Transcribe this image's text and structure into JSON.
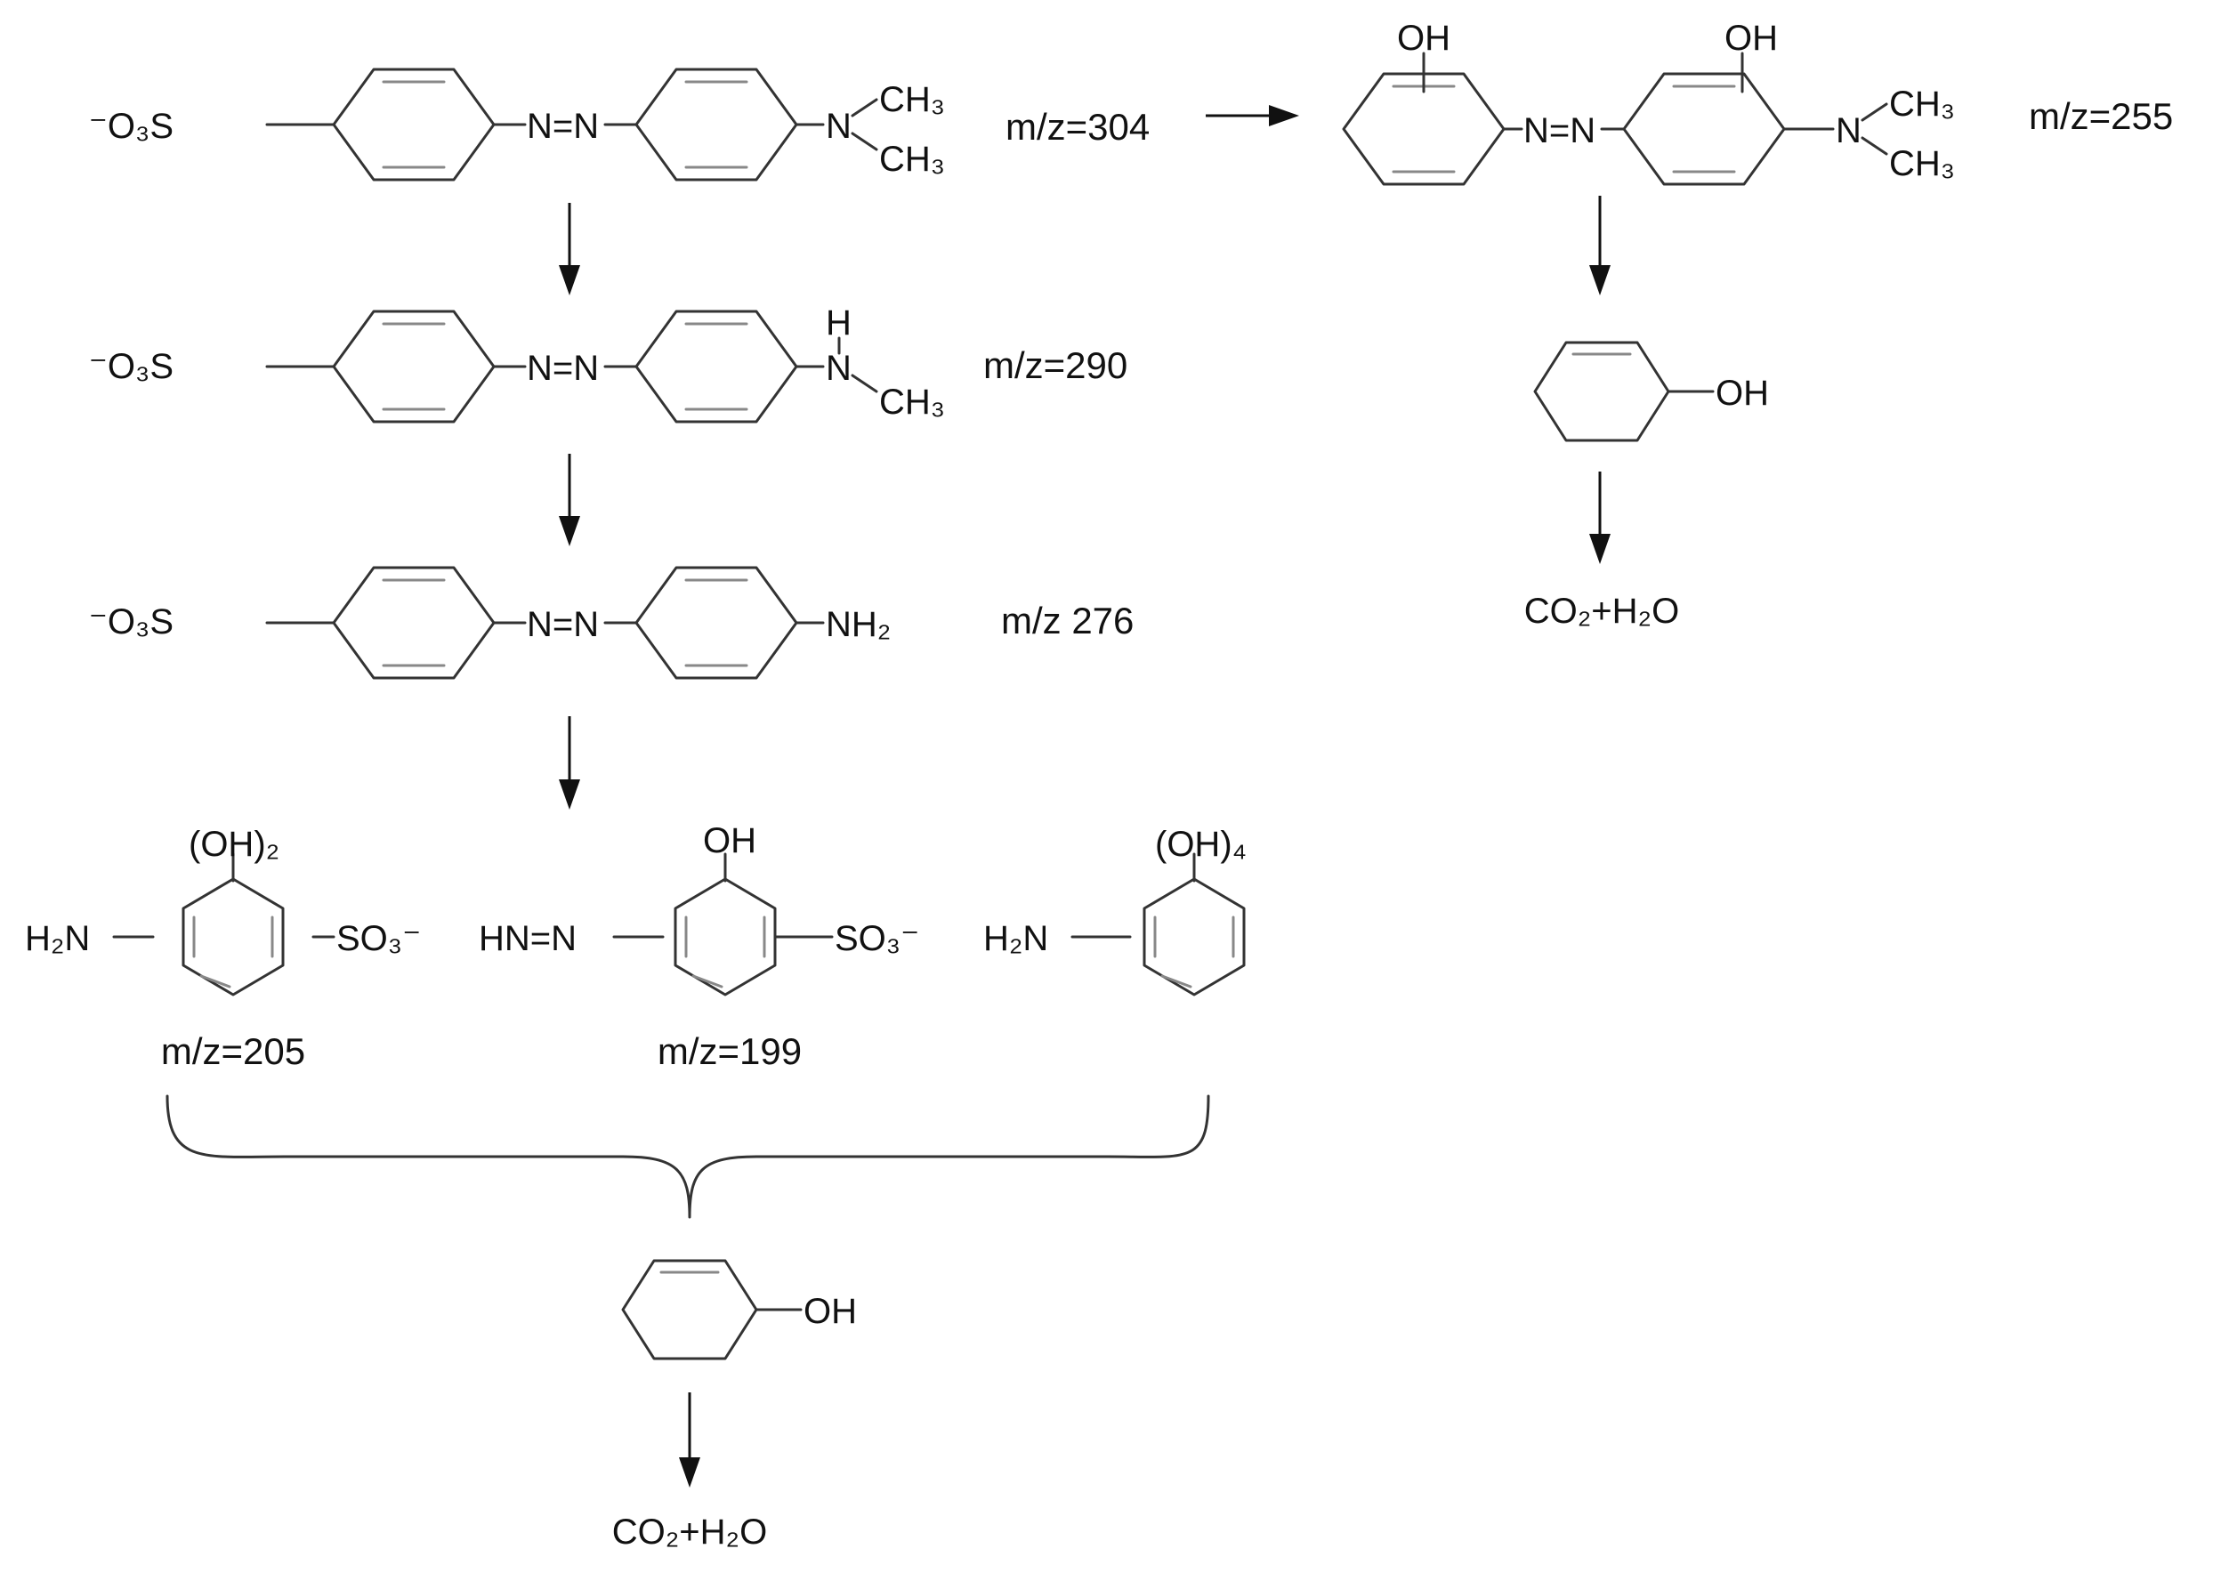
{
  "groups": {
    "so3_left": "⁻O₃S",
    "azo": "N=N",
    "nme2_n": "N",
    "ch3": "CH₃",
    "h": "H",
    "nh2": "NH₂",
    "oh": "OH",
    "oh2": "(OH)₂",
    "oh4": "(OH)₄",
    "h2n": "H₂N",
    "so3_right": "SO₃⁻",
    "hn_azo": "HN=N",
    "co2_h2o": "CO₂+H₂O"
  },
  "labels": {
    "mz304": "m/z=304",
    "mz290": "m/z=290",
    "mz276": "m/z 276",
    "mz255": "m/z=255",
    "mz205": "m/z=205",
    "mz199": "m/z=199"
  }
}
